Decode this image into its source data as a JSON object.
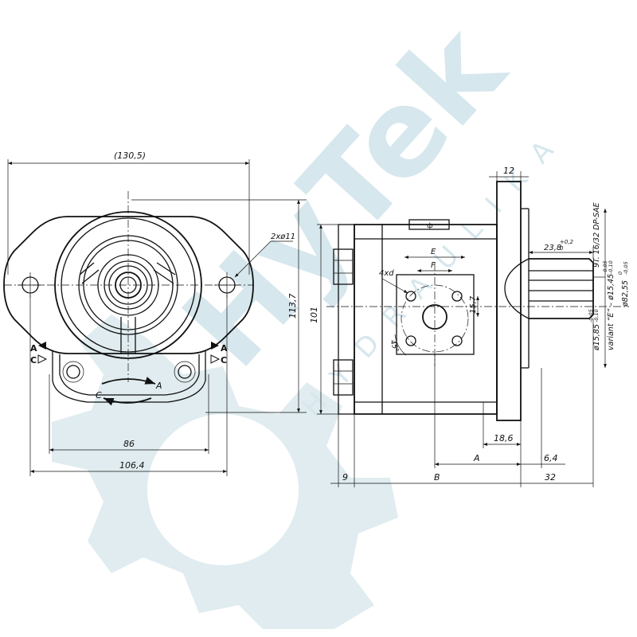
{
  "watermark": {
    "brand": "HyTek",
    "sub": "HYDRAULIKA",
    "color": "#cfe3ea"
  },
  "front_view": {
    "width_overall": "(130,5)",
    "height_overall": "113,7",
    "bolt_spacing": "86",
    "outer_width": "106,4",
    "hole_note": "2xø11",
    "port_left_1": "A",
    "port_left_2": "C",
    "port_right_1": "A",
    "port_right_2": "C",
    "rotation_c": "C",
    "rotation_a": "A"
  },
  "side_view": {
    "flange_thickness": "12",
    "height_101": "101",
    "port_e": "E",
    "port_f": "F",
    "holes": "4xd",
    "angle": "45°",
    "dim_15_7": "15,7",
    "dim_18_6": "18,6",
    "dim_a": "A",
    "dim_6_4": "6,4",
    "dim_9": "9",
    "dim_b": "B",
    "dim_32": "32",
    "shaft_len": "23,8",
    "shaft_len_tol": "+0,2",
    "shaft_len_tol2": "0",
    "spline_note": "9T. 16/32 DP-SAE",
    "variant_note": "variant “E” – ø15,45",
    "variant_tol": "-0,05",
    "variant_tol2": "-0,10",
    "dia_15_85": "ø15,85",
    "dia_15_85_tol": "-0,05",
    "dia_15_85_tol2": "-0,10",
    "dia_82_55": "ø82,55",
    "dia_82_55_tol": "0",
    "dia_82_55_tol2": "-0,05",
    "top_symbol": "ф"
  }
}
